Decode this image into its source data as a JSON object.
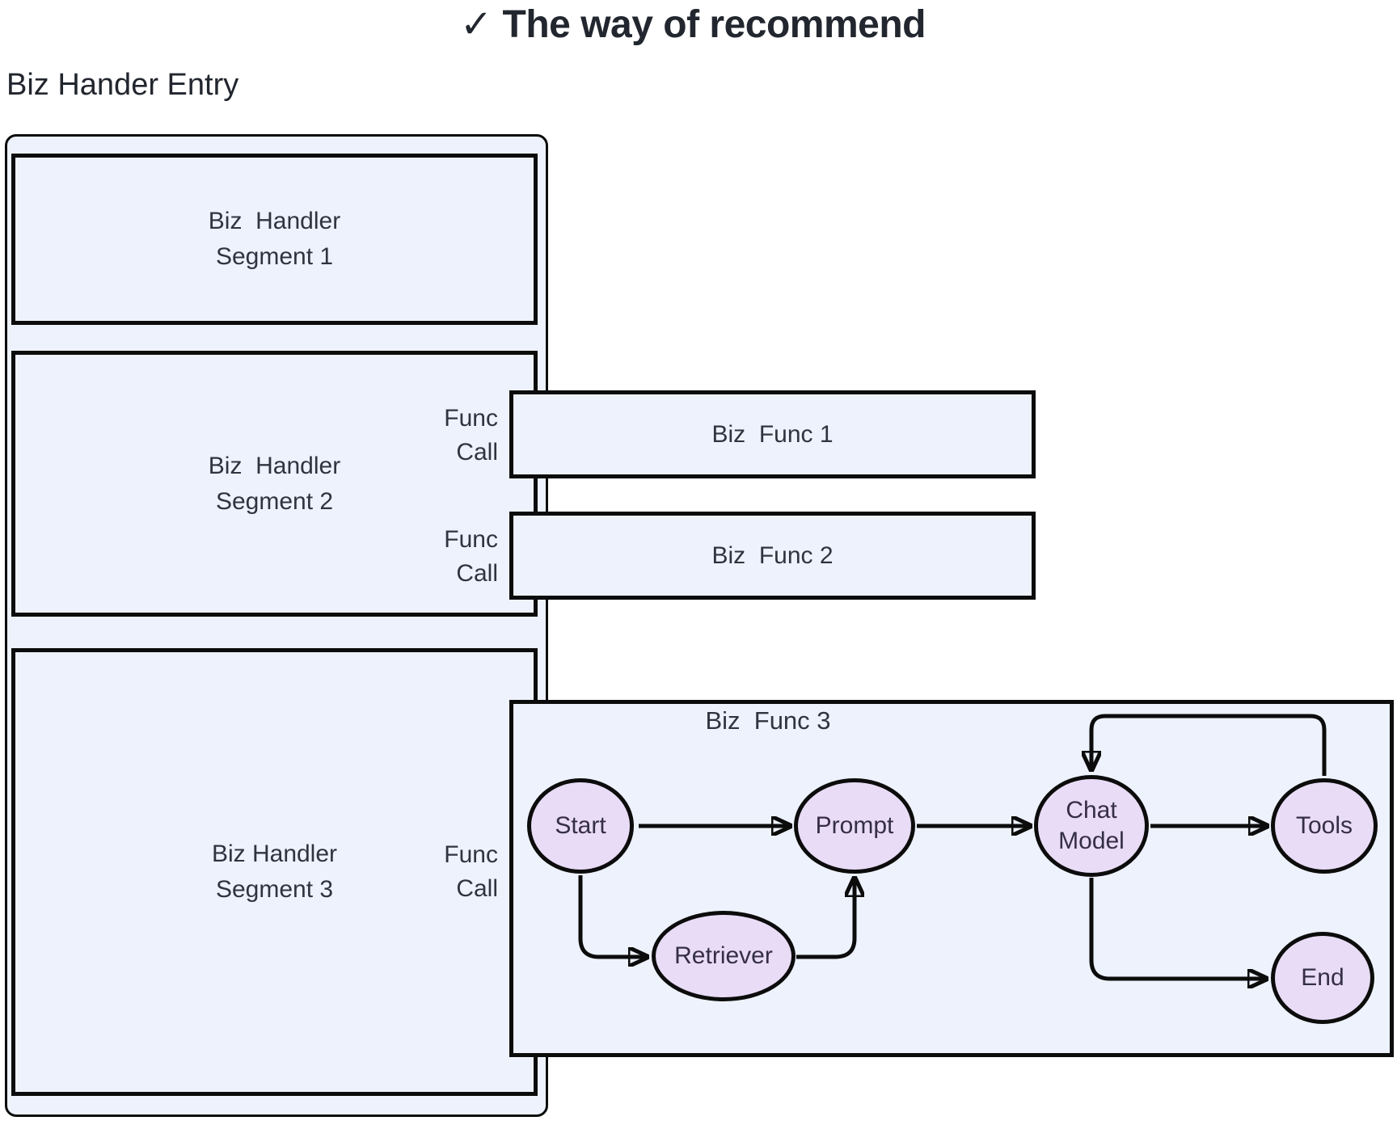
{
  "title": "✓ The way of recommend",
  "entry_label": "Biz Hander Entry",
  "colors": {
    "page_bg": "#ffffff",
    "box_fill": "#edf2fc",
    "node_fill": "#e9dcf6",
    "border": "#0c0c0c",
    "text": "#2e3440",
    "node_text": "#352e47",
    "heading_text": "#22262e"
  },
  "segments": [
    {
      "line1": "Biz  Handler",
      "line2": "Segment 1"
    },
    {
      "line1": "Biz  Handler",
      "line2": "Segment 2"
    },
    {
      "line1": "Biz Handler",
      "line2": "Segment 3"
    }
  ],
  "func_call": {
    "line1": "Func",
    "line2": "Call"
  },
  "func_boxes": [
    {
      "label": "Biz  Func 1"
    },
    {
      "label": "Biz  Func 2"
    },
    {
      "label": "Biz  Func 3"
    }
  ],
  "flowchart": {
    "nodes": [
      {
        "id": "start",
        "label": "Start"
      },
      {
        "id": "prompt",
        "label": "Prompt"
      },
      {
        "id": "chat_model",
        "label": "Chat Model"
      },
      {
        "id": "tools",
        "label": "Tools"
      },
      {
        "id": "retriever",
        "label": "Retriever"
      },
      {
        "id": "end",
        "label": "End"
      }
    ],
    "edges": [
      {
        "from": "Start",
        "to": "Prompt"
      },
      {
        "from": "Prompt",
        "to": "Chat Model"
      },
      {
        "from": "Chat Model",
        "to": "Tools"
      },
      {
        "from": "Tools",
        "to": "Chat Model"
      },
      {
        "from": "Start",
        "to": "Retriever"
      },
      {
        "from": "Retriever",
        "to": "Prompt"
      },
      {
        "from": "Chat Model",
        "to": "End"
      }
    ]
  }
}
